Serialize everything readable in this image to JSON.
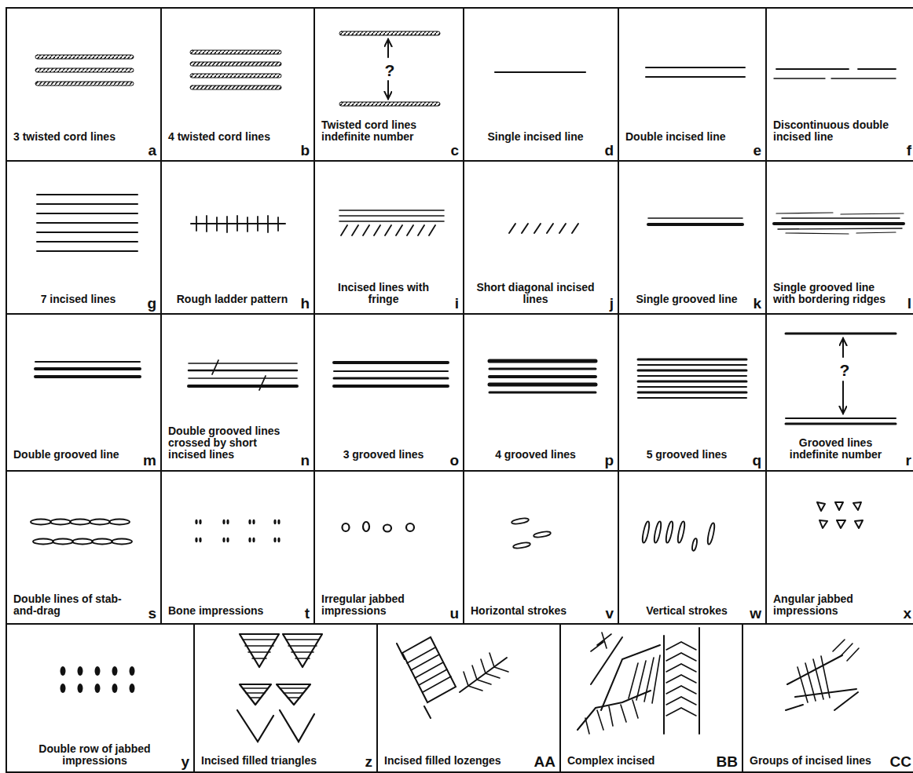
{
  "diagram": {
    "nodes": [
      {
        "text": [
          "3 twisted cord lines",
          "a"
        ]
      },
      {
        "text": [
          "4 twisted cord lines",
          "b"
        ]
      },
      {
        "text": [
          "?",
          "Twisted cord lines indefinite number",
          "c"
        ]
      },
      {
        "text": [
          "Single incised line",
          "d"
        ]
      },
      {
        "text": [
          "Double incised line",
          "e"
        ]
      },
      {
        "text": [
          "Discontinuous double incised line",
          "f"
        ]
      },
      {
        "text": [
          "7 incised lines",
          "g"
        ]
      },
      {
        "text": [
          "Rough ladder pattern",
          "h"
        ]
      },
      {
        "text": [
          "Incised lines with fringe",
          "i"
        ]
      },
      {
        "text": [
          "Short diagonal incised lines",
          "j"
        ]
      },
      {
        "text": [
          "Single grooved line",
          "k"
        ]
      },
      {
        "text": [
          "Single grooved line with bordering ridges",
          "l"
        ]
      },
      {
        "text": [
          "Double grooved line",
          "m"
        ]
      },
      {
        "text": [
          "Double grooved lines crossed by short incised lines",
          "n"
        ]
      },
      {
        "text": [
          "3 grooved lines",
          "o"
        ]
      },
      {
        "text": [
          "4 grooved lines",
          "p"
        ]
      },
      {
        "text": [
          "5 grooved lines",
          "q"
        ]
      },
      {
        "text": [
          "?",
          "Grooved lines indefinite number",
          "r"
        ]
      },
      {
        "text": [
          "Double lines of stab-and-drag",
          "s"
        ]
      },
      {
        "text": [
          "Bone impressions",
          "t"
        ]
      },
      {
        "text": [
          "Irregular jabbed impressions",
          "u"
        ]
      },
      {
        "text": [
          "Horizontal strokes",
          "v"
        ]
      },
      {
        "text": [
          "Vertical strokes",
          "w"
        ]
      },
      {
        "text": [
          "Angular jabbed impressions",
          "x"
        ]
      },
      {
        "text": [
          "Double row of jabbed impressions",
          "y"
        ]
      },
      {
        "text": [
          "Incised filled triangles",
          "z"
        ]
      },
      {
        "text": [
          "Incised filled lozenges",
          "AA"
        ]
      },
      {
        "text": [
          "Complex incised",
          "BB"
        ]
      },
      {
        "text": [
          "Groups of incised lines",
          "CC"
        ]
      }
    ]
  }
}
